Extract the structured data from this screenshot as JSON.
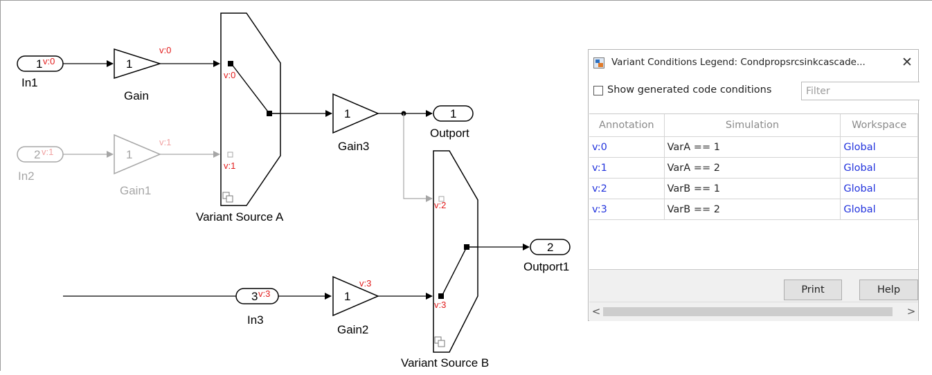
{
  "model": {
    "inports": [
      {
        "number": "1",
        "tag": "v:0",
        "name": "In1"
      },
      {
        "number": "2",
        "tag": "v:1",
        "name": "In2"
      },
      {
        "number": "3",
        "tag": "v:3",
        "name": "In3"
      }
    ],
    "gains": [
      {
        "value": "1",
        "tag": "v:0",
        "name": "Gain"
      },
      {
        "value": "1",
        "tag": "v:1",
        "name": "Gain1"
      },
      {
        "value": "1",
        "name": "Gain3"
      },
      {
        "value": "1",
        "tag": "v:3",
        "name": "Gain2"
      }
    ],
    "variant_sources": [
      {
        "name": "Variant Source A",
        "input_tags": [
          "v:0",
          "v:1"
        ]
      },
      {
        "name": "Variant Source B",
        "input_tags": [
          "v:2",
          "v:3"
        ]
      }
    ],
    "outports": [
      {
        "number": "1",
        "name": "Outport"
      },
      {
        "number": "2",
        "name": "Outport1"
      }
    ],
    "colors": {
      "tag": "#e21a1a",
      "inactive": "#a6a6a6",
      "line": "#000000"
    }
  },
  "legend": {
    "title": "Variant Conditions Legend: Condpropsrcsinkcascade...",
    "close_icon": "close-icon",
    "show_code_label": "Show generated code conditions",
    "show_code_checked": false,
    "filter_placeholder": "Filter",
    "columns": [
      "Annotation",
      "Simulation",
      "Workspace"
    ],
    "rows": [
      {
        "annotation": "v:0",
        "simulation": "VarA == 1",
        "workspace": "Global"
      },
      {
        "annotation": "v:1",
        "simulation": "VarA == 2",
        "workspace": "Global"
      },
      {
        "annotation": "v:2",
        "simulation": "VarB == 1",
        "workspace": "Global"
      },
      {
        "annotation": "v:3",
        "simulation": "VarB == 2",
        "workspace": "Global"
      }
    ],
    "print_label": "Print",
    "help_label": "Help",
    "scroll_left": "<",
    "scroll_right": ">",
    "link_color": "#2233dd"
  }
}
